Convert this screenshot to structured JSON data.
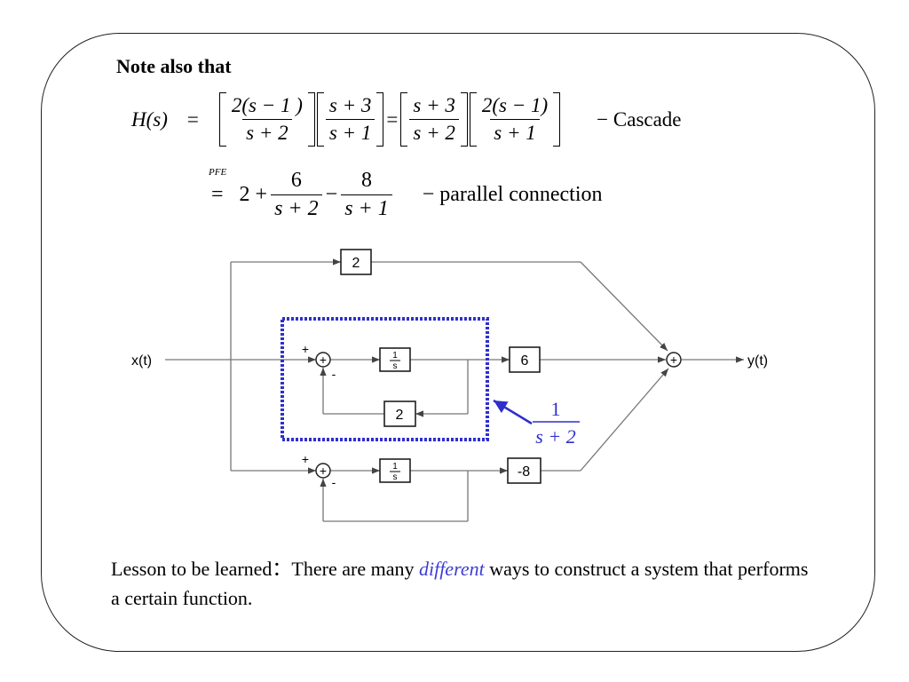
{
  "heading": "Note also that",
  "equation1": {
    "lhs": "H(s)",
    "eq": "=",
    "f1_num": "2(s − 1 )",
    "f1_den": "s + 2",
    "f2_num": "s + 3",
    "f2_den": "s + 1",
    "eq2": "=",
    "f3_num": "s + 3",
    "f3_den": "s + 2",
    "f4_num": "2(s − 1)",
    "f4_den": "s + 1",
    "label": "− Cascade"
  },
  "equation2": {
    "over_label": "PFE",
    "eq": "=",
    "term0": "2 +",
    "f1_num": "6",
    "f1_den": "s + 2",
    "minus": "−",
    "f2_num": "8",
    "f2_den": "s + 1",
    "label": "− parallel connection"
  },
  "diagram": {
    "input_label": "x(t)",
    "output_label": "y(t)",
    "gain_top": "2",
    "gain_mid": "6",
    "gain_bottom": "-8",
    "feedback_gain": "2",
    "integrator_num": "1",
    "integrator_den": "s",
    "plus_sign": "+",
    "minus_sign": "-",
    "sum_symbol": "+",
    "annotation_num": "1",
    "annotation_den": "s + 2",
    "colors": {
      "highlight": "#2f2fcc",
      "line": "#666666"
    }
  },
  "lesson": {
    "part1": "Lesson to be learned：There are many ",
    "emph": "different",
    "part2": " ways to construct a system that performs a certain function."
  }
}
